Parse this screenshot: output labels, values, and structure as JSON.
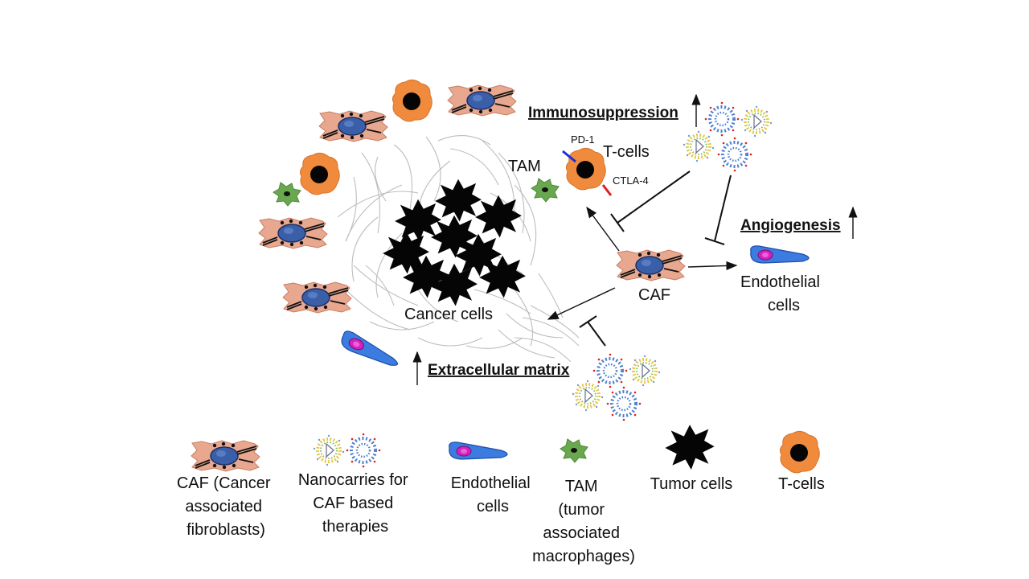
{
  "diagram": {
    "labels": {
      "immunosuppression": "Immunosuppression",
      "angiogenesis": "Angiogenesis",
      "extracellular_matrix": "Extracellular matrix",
      "t_cells": "T-cells",
      "tam": "TAM",
      "pd1": "PD-1",
      "ctla4": "CTLA-4",
      "caf": "CAF",
      "cancer_cells": "Cancer cells",
      "endothelial_1": "Endothelial",
      "endothelial_2": "cells"
    },
    "legend": {
      "caf": [
        "CAF (Cancer",
        "associated",
        "fibroblasts)"
      ],
      "nanocarriers": [
        "Nanocarries for",
        "CAF based",
        "therapies"
      ],
      "endothelial": [
        "Endothelial",
        "cells"
      ],
      "tam": [
        "TAM",
        "(tumor",
        "associated",
        "macrophages)"
      ],
      "tumor": [
        "Tumor cells"
      ],
      "tcells": [
        "T-cells"
      ]
    },
    "colors": {
      "caf_body": "#e8a890",
      "caf_nucleus": "#3a5fa8",
      "tcell": "#f08a3c",
      "tam": "#6aa84f",
      "endothelial": "#3c7be0",
      "endo_nucleus": "#d61fc0",
      "fiber": "#bdbdbd",
      "pd1": "#1a2fd6",
      "ctla4": "#e01f1f"
    }
  }
}
